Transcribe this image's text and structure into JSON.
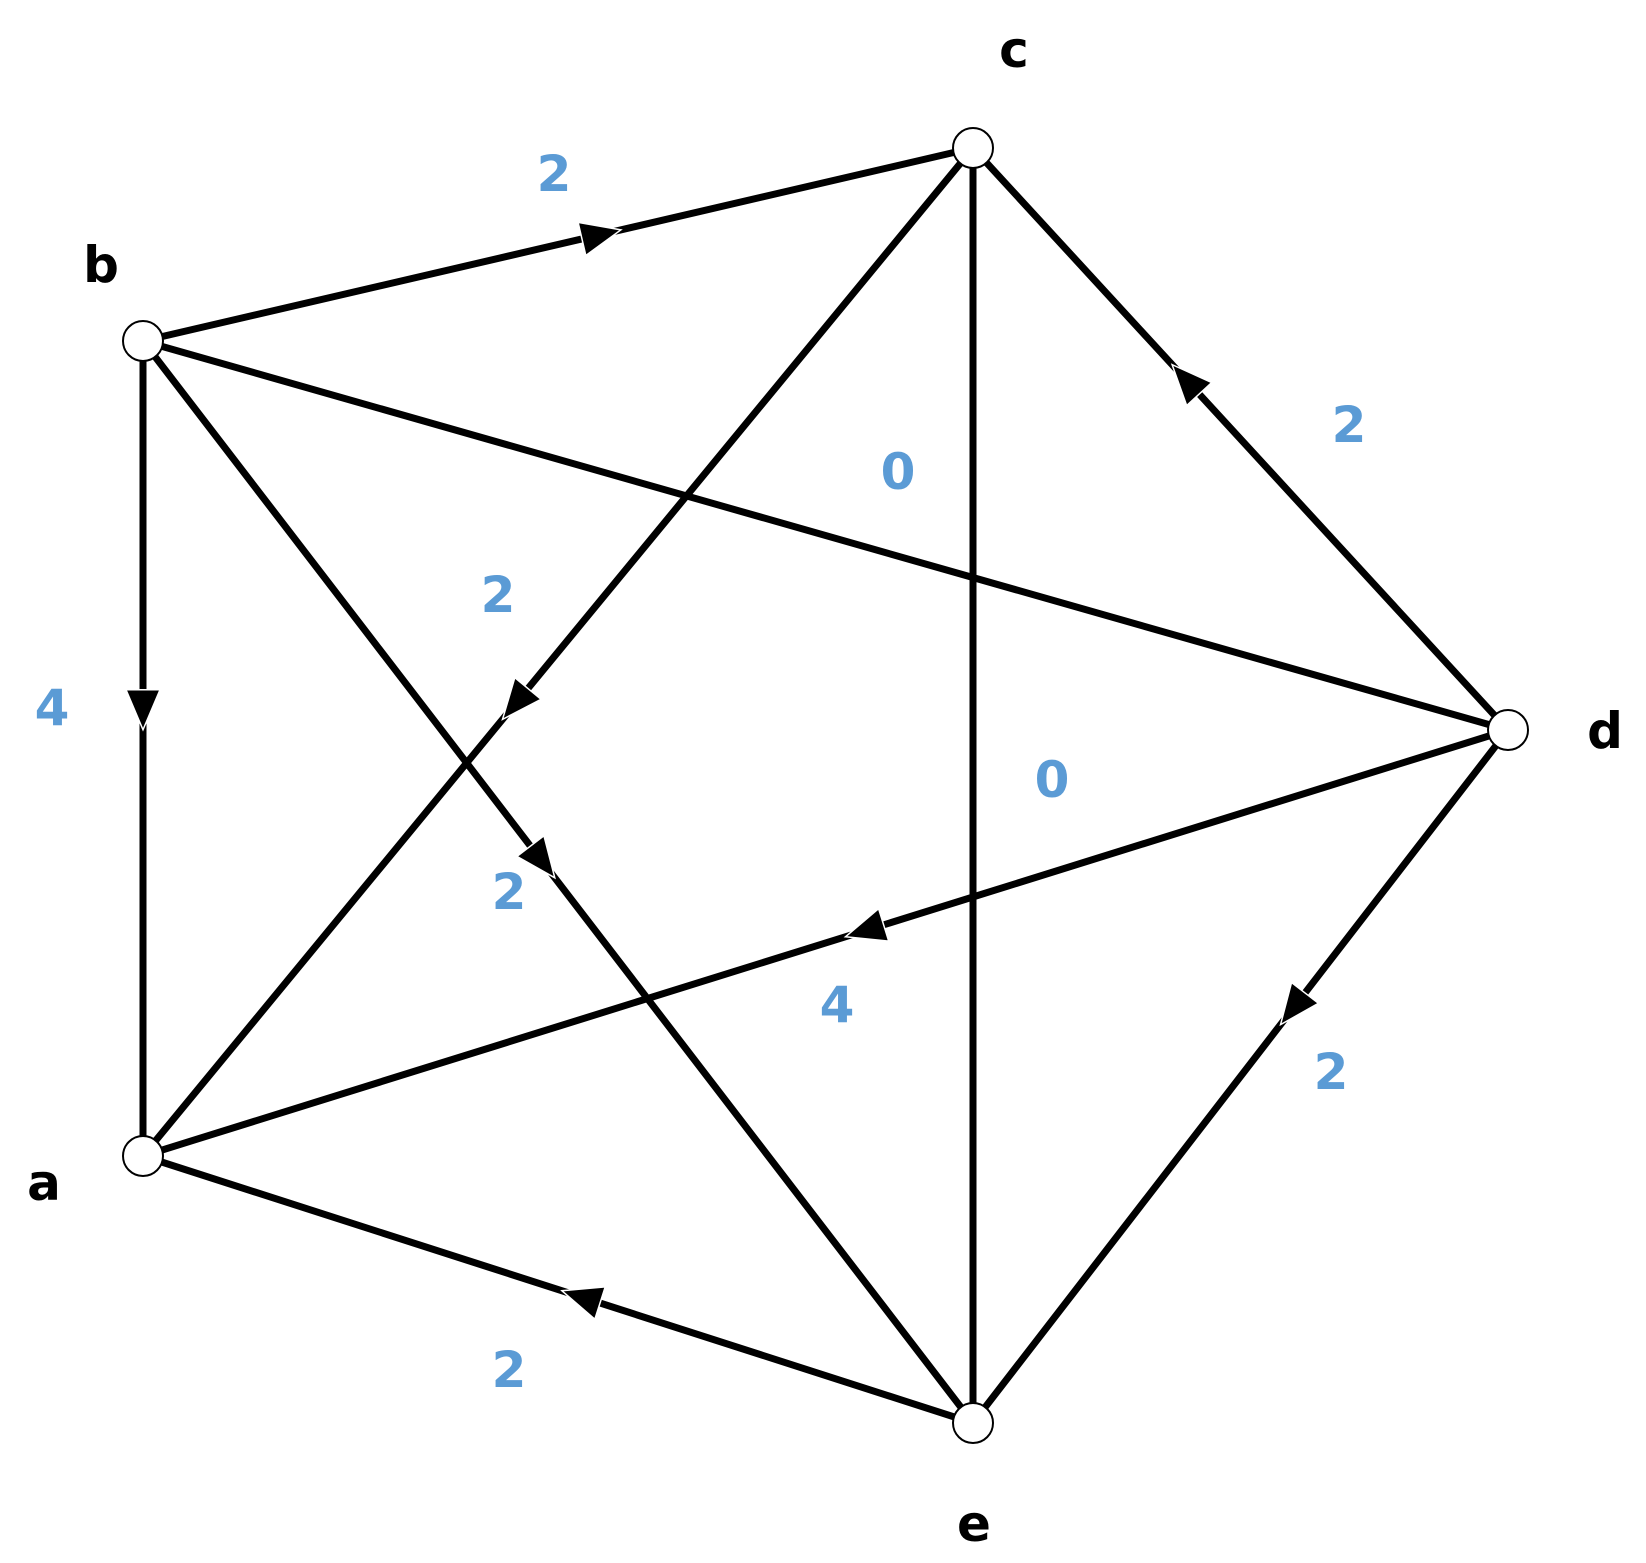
{
  "colors": {
    "edge": "#000000",
    "node_fill": "#ffffff",
    "weight_label": "#5b9bd5"
  },
  "nodes": [
    {
      "id": "a",
      "label": "a"
    },
    {
      "id": "b",
      "label": "b"
    },
    {
      "id": "c",
      "label": "c"
    },
    {
      "id": "d",
      "label": "d"
    },
    {
      "id": "e",
      "label": "e"
    }
  ],
  "edges": [
    {
      "from": "b",
      "to": "c",
      "weight": "2",
      "directed": true
    },
    {
      "from": "b",
      "to": "a",
      "weight": "4",
      "directed": true
    },
    {
      "from": "c",
      "to": "a",
      "weight": "2",
      "directed": true
    },
    {
      "from": "b",
      "to": "e",
      "weight": "2",
      "directed": true
    },
    {
      "from": "d",
      "to": "c",
      "weight": "2",
      "directed": true
    },
    {
      "from": "d",
      "to": "a",
      "weight": "4",
      "directed": true
    },
    {
      "from": "d",
      "to": "e",
      "weight": "2",
      "directed": true
    },
    {
      "from": "e",
      "to": "a",
      "weight": "2",
      "directed": true
    },
    {
      "from": "b",
      "to": "d",
      "weight": "0",
      "directed": false
    },
    {
      "from": "c",
      "to": "e",
      "weight": "0",
      "directed": false
    }
  ]
}
